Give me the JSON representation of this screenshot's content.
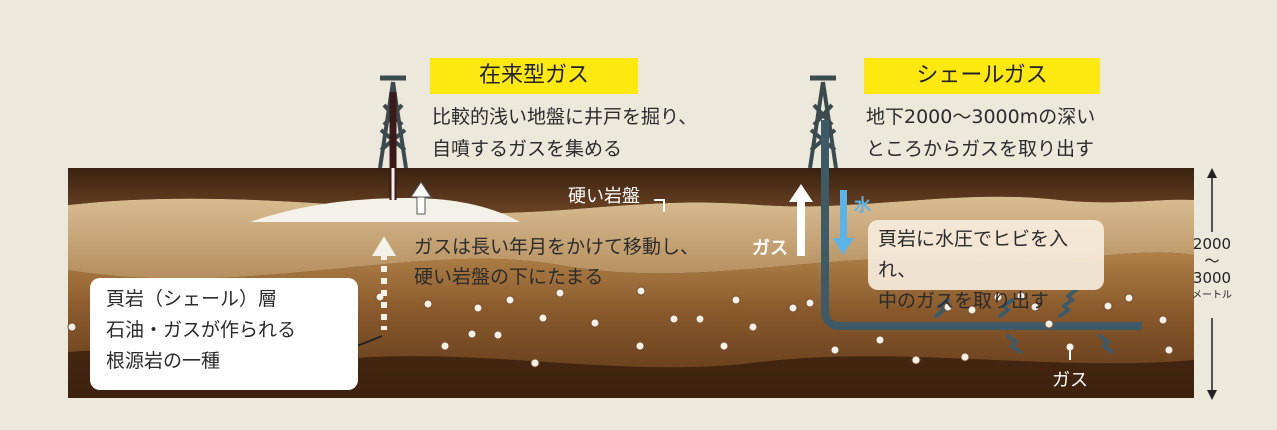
{
  "conventional": {
    "title": "在来型ガス",
    "desc_line1": "比較的浅い地盤に井戸を掘り、",
    "desc_line2": "自噴するガスを集める",
    "hard_rock": "硬い岩盤",
    "migration_line1": "ガスは長い年月をかけて移動し、",
    "migration_line2": "硬い岩盤の下にたまる"
  },
  "shale_layer": {
    "line1": "頁岩（シェール）層",
    "line2": "石油・ガスが作られる",
    "line3": "根源岩の一種"
  },
  "shale": {
    "title": "シェールガス",
    "desc_line1": "地下2000〜3000mの深い",
    "desc_line2": "ところからガスを取り出す",
    "water_label": "水",
    "gas_up_label": "ガス",
    "frac_line1": "頁岩に水圧でヒビを入れ、",
    "frac_line2": "中のガスを取り出す",
    "gas_label": "ガス"
  },
  "depth_scale": {
    "from": "2000",
    "tilde": "〜",
    "to": "3000",
    "unit": "メートル"
  },
  "colors": {
    "title_bg": "#fde910",
    "surface_dark": "#4a2c17",
    "sand_layer": "#c9a77a",
    "shale_layer": "#8a5a2c",
    "pipe": "#3e5a66",
    "water_arrow": "#5ab4e8",
    "gas_pocket": "#f4f1e8"
  }
}
